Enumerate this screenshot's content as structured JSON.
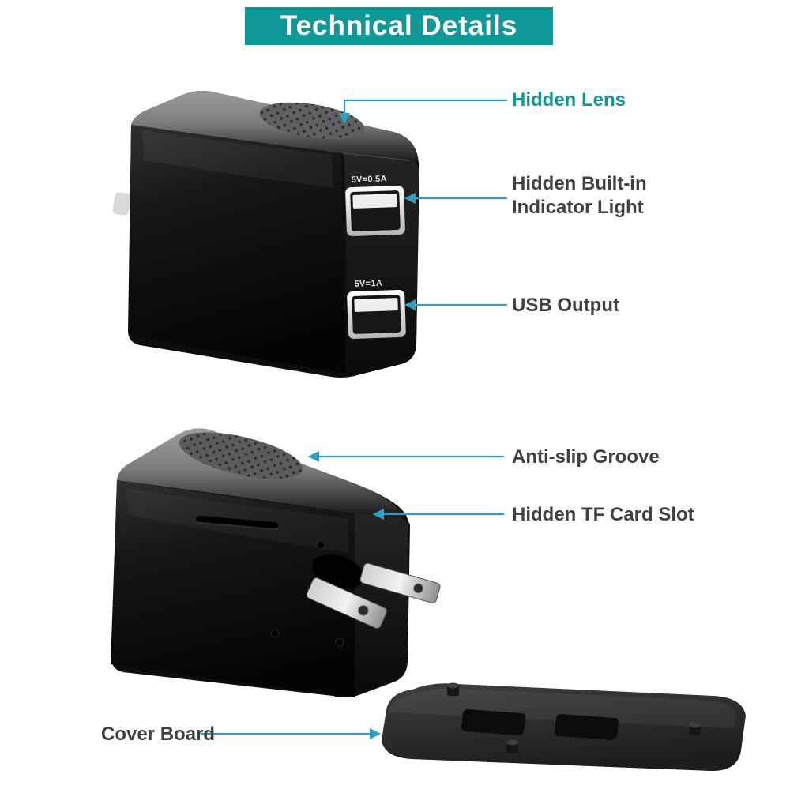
{
  "header": {
    "title": "Technical Details"
  },
  "product": {
    "ports": {
      "top": "5V=0.5A",
      "bottom": "5V=1A"
    }
  },
  "annotations": {
    "hidden_lens": {
      "label": "Hidden Lens"
    },
    "indicator_light": {
      "label": "Hidden Built-in Indicator Light"
    },
    "usb_output": {
      "label": "USB Output"
    },
    "anti_slip_groove": {
      "label": "Anti-slip Groove"
    },
    "tf_card_slot": {
      "label": "Hidden TF Card Slot"
    },
    "cover_board": {
      "label": "Cover Board"
    }
  },
  "colors": {
    "accent_teal": "#0F9898",
    "arrow_blue": "#2E9FC4",
    "label_gray": "#3E4142",
    "header_text": "#FFFFFF"
  }
}
